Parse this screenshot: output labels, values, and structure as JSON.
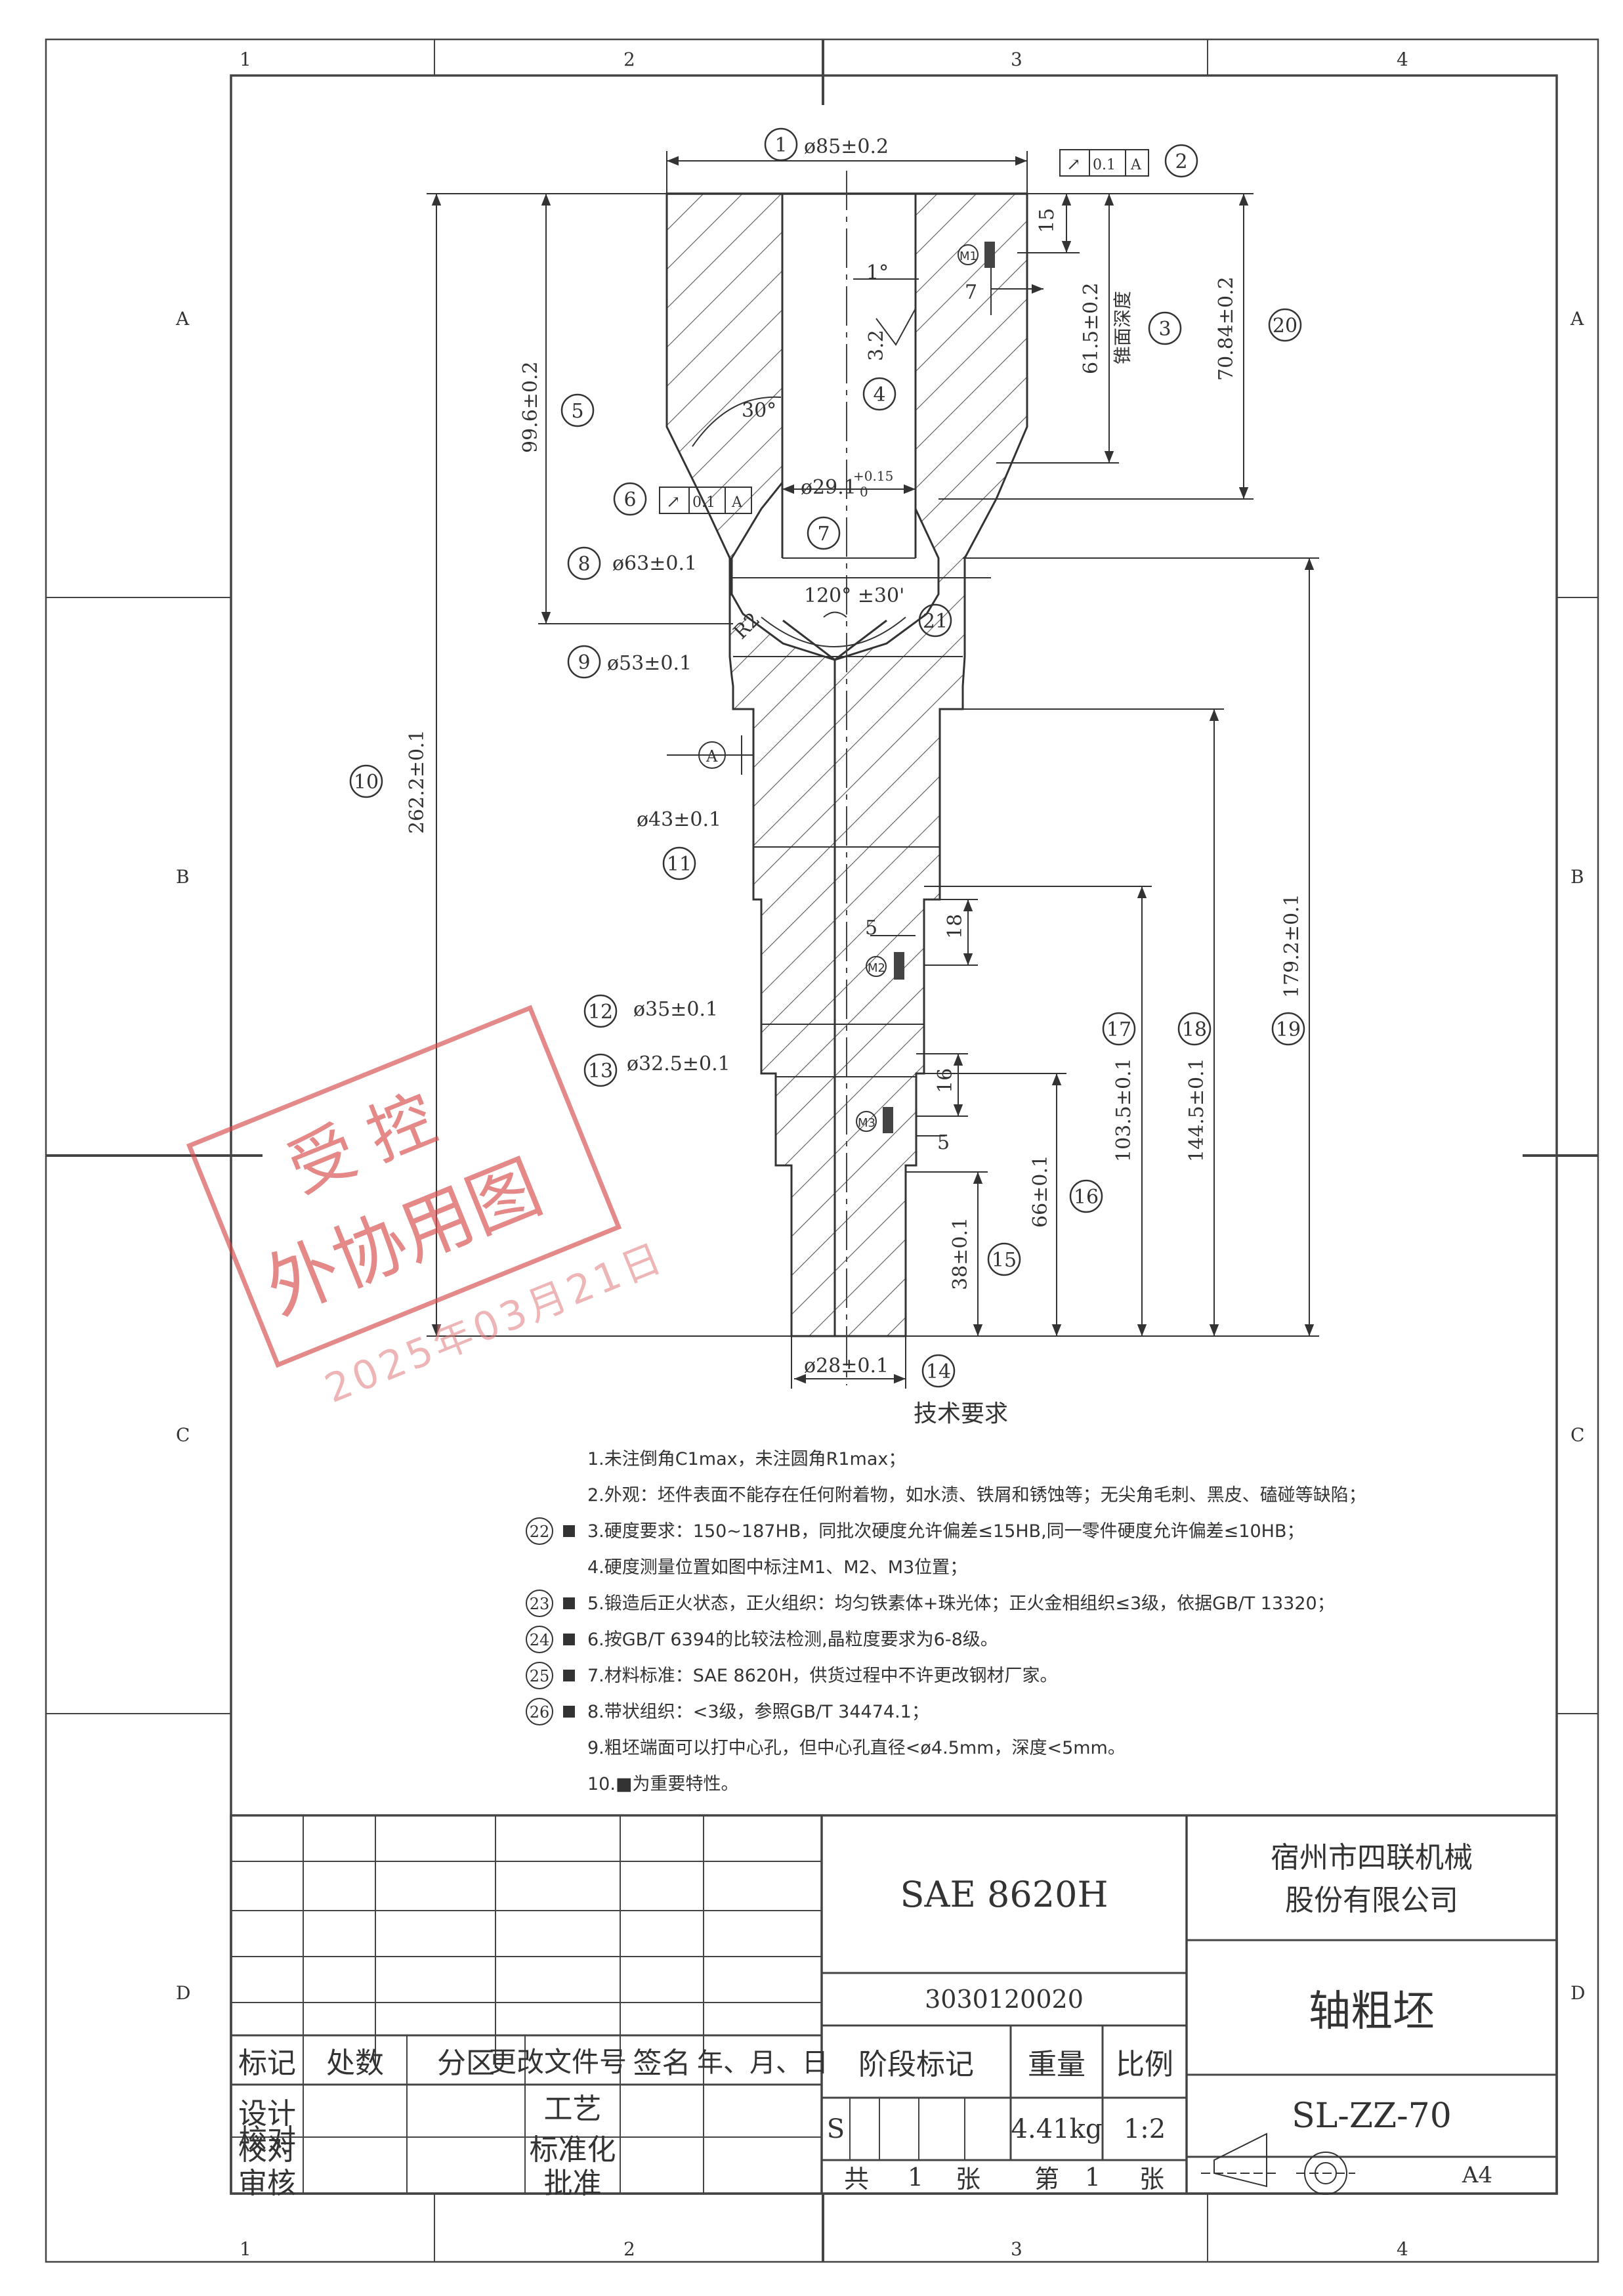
{
  "grid": {
    "columns": [
      "1",
      "2",
      "3",
      "4"
    ],
    "rows": [
      "A",
      "B",
      "C",
      "D"
    ]
  },
  "balloons": [
    "1",
    "2",
    "3",
    "4",
    "5",
    "6",
    "7",
    "8",
    "9",
    "10",
    "11",
    "12",
    "13",
    "14",
    "15",
    "16",
    "17",
    "18",
    "19",
    "20",
    "21"
  ],
  "dimensions": {
    "top_diameter": "ø85±0.2",
    "runout_top": {
      "symbol": "↗",
      "value": "0.1",
      "datum": "A"
    },
    "runout_mid": {
      "symbol": "↗",
      "value": "0.1",
      "datum": "A"
    },
    "depth_15": "15",
    "depth_7": "7",
    "cone_angle_1": "1°",
    "roughness": "3.2",
    "cone_depth": "61.5±0.2",
    "cone_depth_label": "锥面深度",
    "overall_70": "70.84±0.2",
    "length_99": "99.6±0.2",
    "chamfer_30": "30°",
    "bore": "ø29.1",
    "bore_tol_upper": "+0.15",
    "bore_tol_lower": "0",
    "d63": "ø63±0.1",
    "d53": "ø53±0.1",
    "angle_120": "120° ±30'",
    "radius": "R2",
    "datum_a": "A",
    "total_length": "262.2±0.1",
    "d43": "ø43±0.1",
    "dim_5_a": "5",
    "dim_18": "18",
    "dim_179": "179.2±0.1",
    "d35": "ø35±0.1",
    "d32": "ø32.5±0.1",
    "dim_103": "103.5±0.1",
    "dim_144": "144.5±0.1",
    "dim_16": "16",
    "dim_5_b": "5",
    "dim_66": "66±0.1",
    "dim_38": "38±0.1",
    "d28": "ø28±0.1",
    "m1": "M1",
    "m2": "M2",
    "m3": "M3"
  },
  "stamp": {
    "line1": "受控",
    "line2": "外协用图",
    "date": "2025年03月21日"
  },
  "notes_title": "技术要求",
  "notes": [
    {
      "bubble": "",
      "critical": false,
      "text": "1.未注倒角C1max，未注圆角R1max；"
    },
    {
      "bubble": "",
      "critical": false,
      "text": "2.外观：坯件表面不能存在任何附着物，如水渍、铁屑和锈蚀等；无尖角毛刺、黑皮、磕碰等缺陷；"
    },
    {
      "bubble": "22",
      "critical": true,
      "text": "3.硬度要求：150~187HB，同批次硬度允许偏差≤15HB,同一零件硬度允许偏差≤10HB；"
    },
    {
      "bubble": "",
      "critical": false,
      "text": "4.硬度测量位置如图中标注M1、M2、M3位置；"
    },
    {
      "bubble": "23",
      "critical": true,
      "text": "5.锻造后正火状态，正火组织：均匀铁素体+珠光体；正火金相组织≤3级，依据GB/T 13320；"
    },
    {
      "bubble": "24",
      "critical": true,
      "text": "6.按GB/T 6394的比较法检测,晶粒度要求为6-8级。"
    },
    {
      "bubble": "25",
      "critical": true,
      "text": "7.材料标准：SAE 8620H，供货过程中不许更改钢材厂家。"
    },
    {
      "bubble": "26",
      "critical": true,
      "text": "8.带状组织：<3级，参照GB/T 34474.1；"
    },
    {
      "bubble": "",
      "critical": false,
      "text": "9.粗坯端面可以打中心孔，但中心孔直径<ø4.5mm，深度<5mm。"
    },
    {
      "bubble": "",
      "critical": false,
      "text": "10.■为重要特性。"
    }
  ],
  "critical_mark": "■",
  "title_block": {
    "material": "SAE 8620H",
    "part_code": "3030120020",
    "company_line1": "宿州市四联机械",
    "company_line2": "股份有限公司",
    "part_name": "轴粗坯",
    "drawing_no": "SL-ZZ-70",
    "rev_headers": [
      "标记",
      "处数",
      "分区",
      "更改文件号",
      "签名",
      "年、月、日"
    ],
    "role_labels": {
      "design": "设计",
      "check": "校对",
      "review": "审核",
      "process": "工艺",
      "standard": "标准化",
      "approve": "批准"
    },
    "stage_label": "阶段标记",
    "weight_label": "重量",
    "scale_label": "比例",
    "stage_value": "S",
    "weight_value": "4.41kg",
    "scale_value": "1:2",
    "total_label": "共",
    "total_value": "1",
    "sheet_unit": "张",
    "sheet_label": "第",
    "sheet_value": "1",
    "sheet_unit2": "张",
    "paper_size": "A4"
  }
}
